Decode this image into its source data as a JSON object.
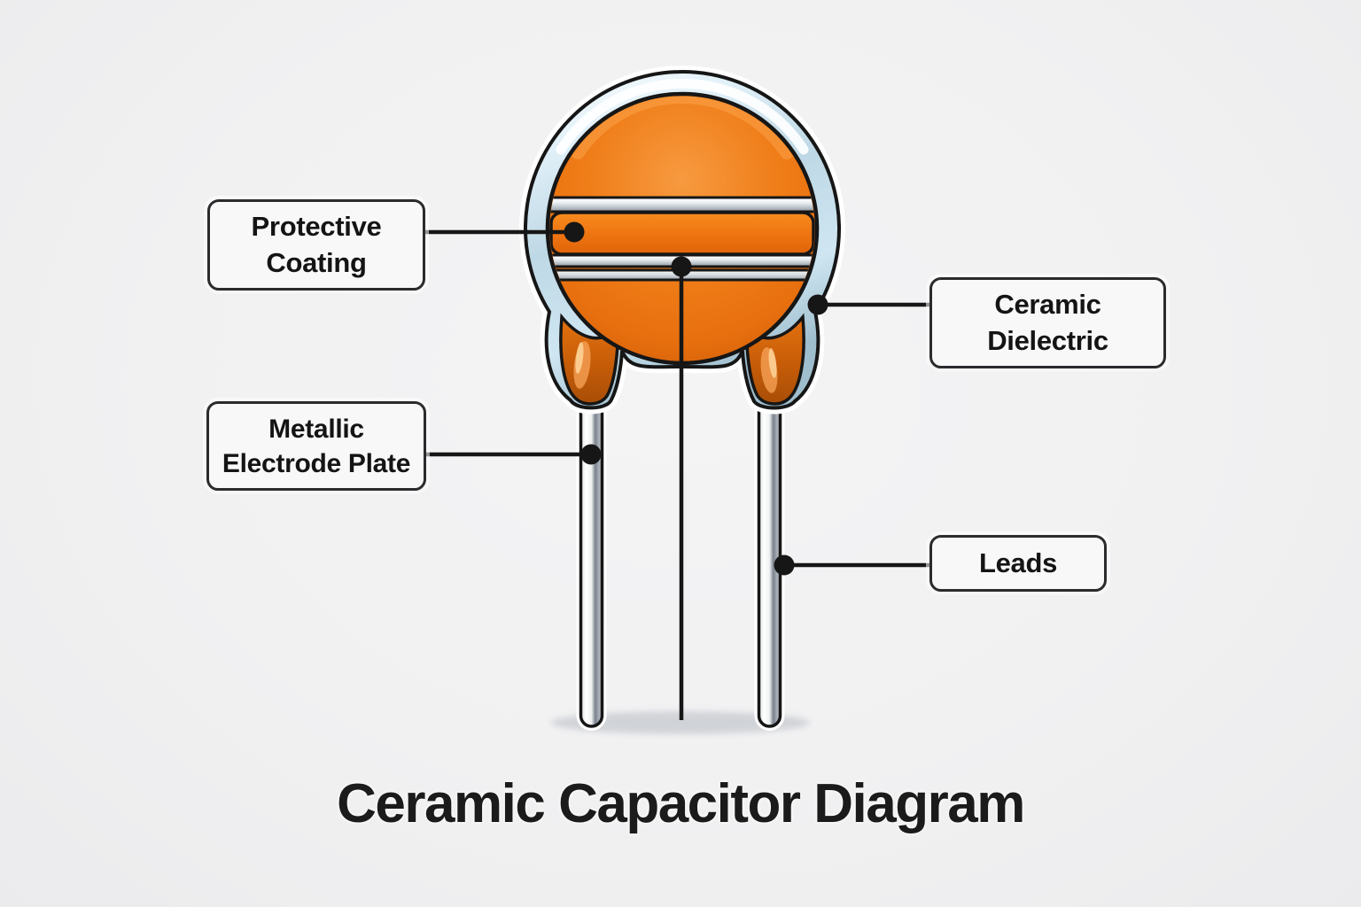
{
  "title": "Ceramic Capacitor Diagram",
  "labels": {
    "protective_coating": "Protective Coating",
    "ceramic_dielectric": "Ceramic Dielectric",
    "metallic_electrode_plate": "Metallic Electrode Plate",
    "leads": "Leads"
  },
  "colors": {
    "background": "#f2f2f3",
    "disc_orange": "#ed7512",
    "band_orange": "#ef7a12",
    "coating_blue": "#cfe6f2",
    "stripe_silver": "#d9dde1",
    "lead_silver": "#e8eaec",
    "drip_amber": "#c65c08",
    "outline_black": "#161616",
    "shadow_gray": "#c9ccd1",
    "label_background": "#f8f8f9",
    "label_border": "#2b2b2e",
    "text_black": "#141414"
  }
}
